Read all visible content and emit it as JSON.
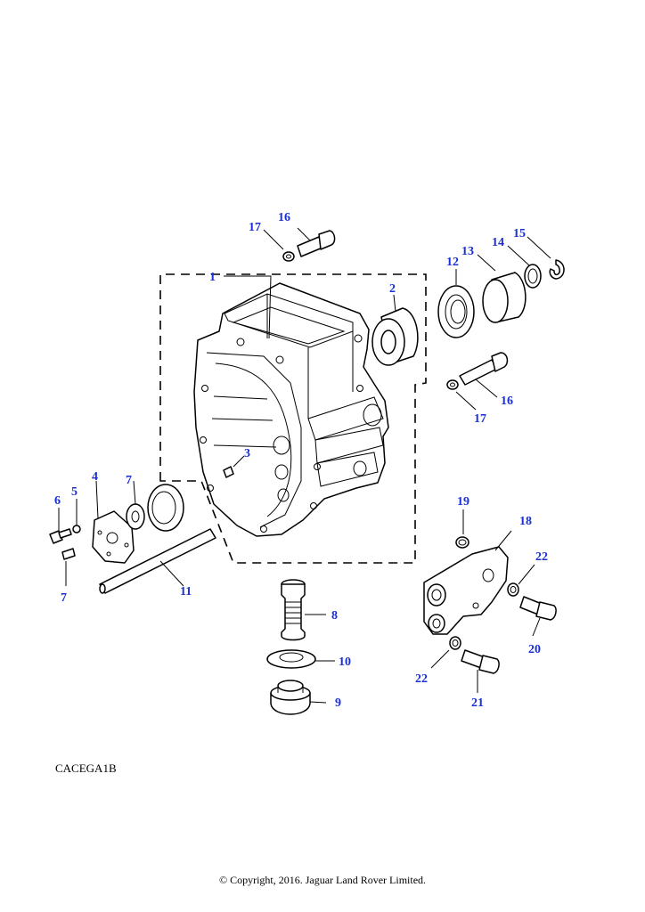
{
  "diagram": {
    "plate_code": "CACEGA1B",
    "copyright": "© Copyright, 2016. Jaguar Land Rover Limited.",
    "callout_color": "#1a2fd6",
    "callouts": {
      "c1": "1",
      "c2": "2",
      "c3": "3",
      "c4": "4",
      "c5": "5",
      "c6": "6",
      "c7a": "7",
      "c7b": "7",
      "c8": "8",
      "c9": "9",
      "c10": "10",
      "c11": "11",
      "c12": "12",
      "c13": "13",
      "c14": "14",
      "c15": "15",
      "c16a": "16",
      "c16b": "16",
      "c17a": "17",
      "c17b": "17",
      "c18": "18",
      "c19": "19",
      "c20": "20",
      "c21": "21",
      "c22a": "22",
      "c22b": "22"
    }
  }
}
